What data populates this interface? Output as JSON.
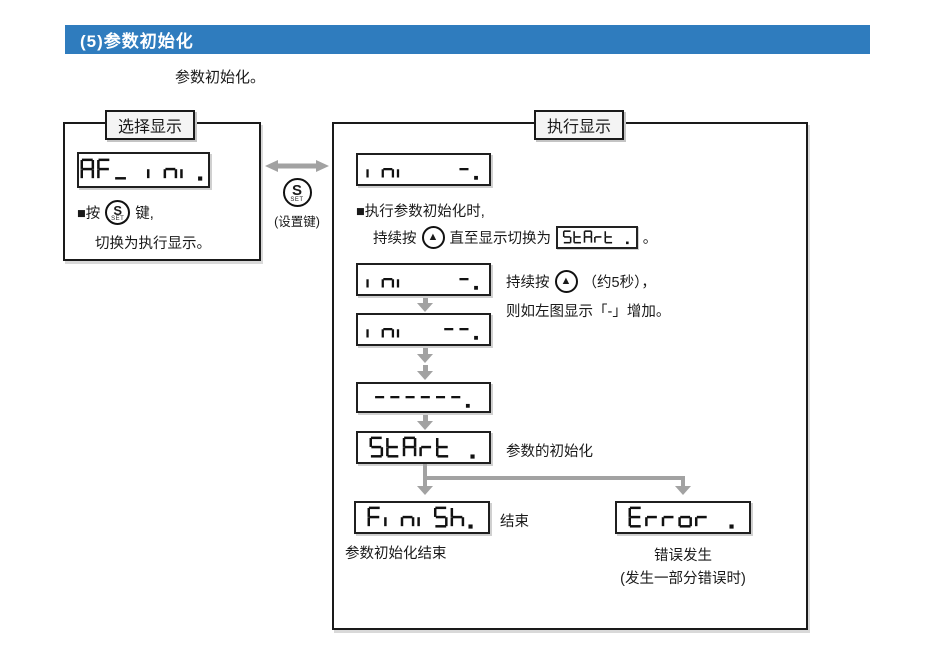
{
  "header": {
    "title": "(5)参数初始化"
  },
  "intro": "参数初始化。",
  "keys": {
    "set_letter": "S",
    "set_sub": "SET",
    "set_name": "(设置键)",
    "up_symbol": "▲"
  },
  "select_panel": {
    "label": "选择显示",
    "display": "AF_ ini.",
    "line1_prefix": "■按",
    "line1_suffix": "键,",
    "line2": "切换为执行显示。"
  },
  "exec_panel": {
    "label": "执行显示",
    "display_top": "ini   -.",
    "instruction_line1": "■执行参数初始化时,",
    "instruction_line2_pre": "持续按",
    "instruction_line2_mid": "直至显示切换为",
    "inline_display": "StArt .",
    "instruction_line2_end": "。",
    "display_step1": "ini   -.",
    "hold_note_pre": "持续按",
    "hold_note_post": "（约5秒），",
    "hold_note_line2": "则如左图显示「-」增加。",
    "display_step2": "ini  --.",
    "display_step3": "------.",
    "display_start": "StArt .",
    "start_caption": "参数的初始化",
    "display_finish": "FiniSh.",
    "finish_caption": "结束",
    "finish_result": "参数初始化结束",
    "display_error": "Error .",
    "error_caption1": "错误发生",
    "error_caption2": "(发生一部分错误时)"
  },
  "colors": {
    "accent_blue": "#2f7cbe",
    "arrow_gray": "#a2a2a2",
    "segment_black": "#111111"
  }
}
